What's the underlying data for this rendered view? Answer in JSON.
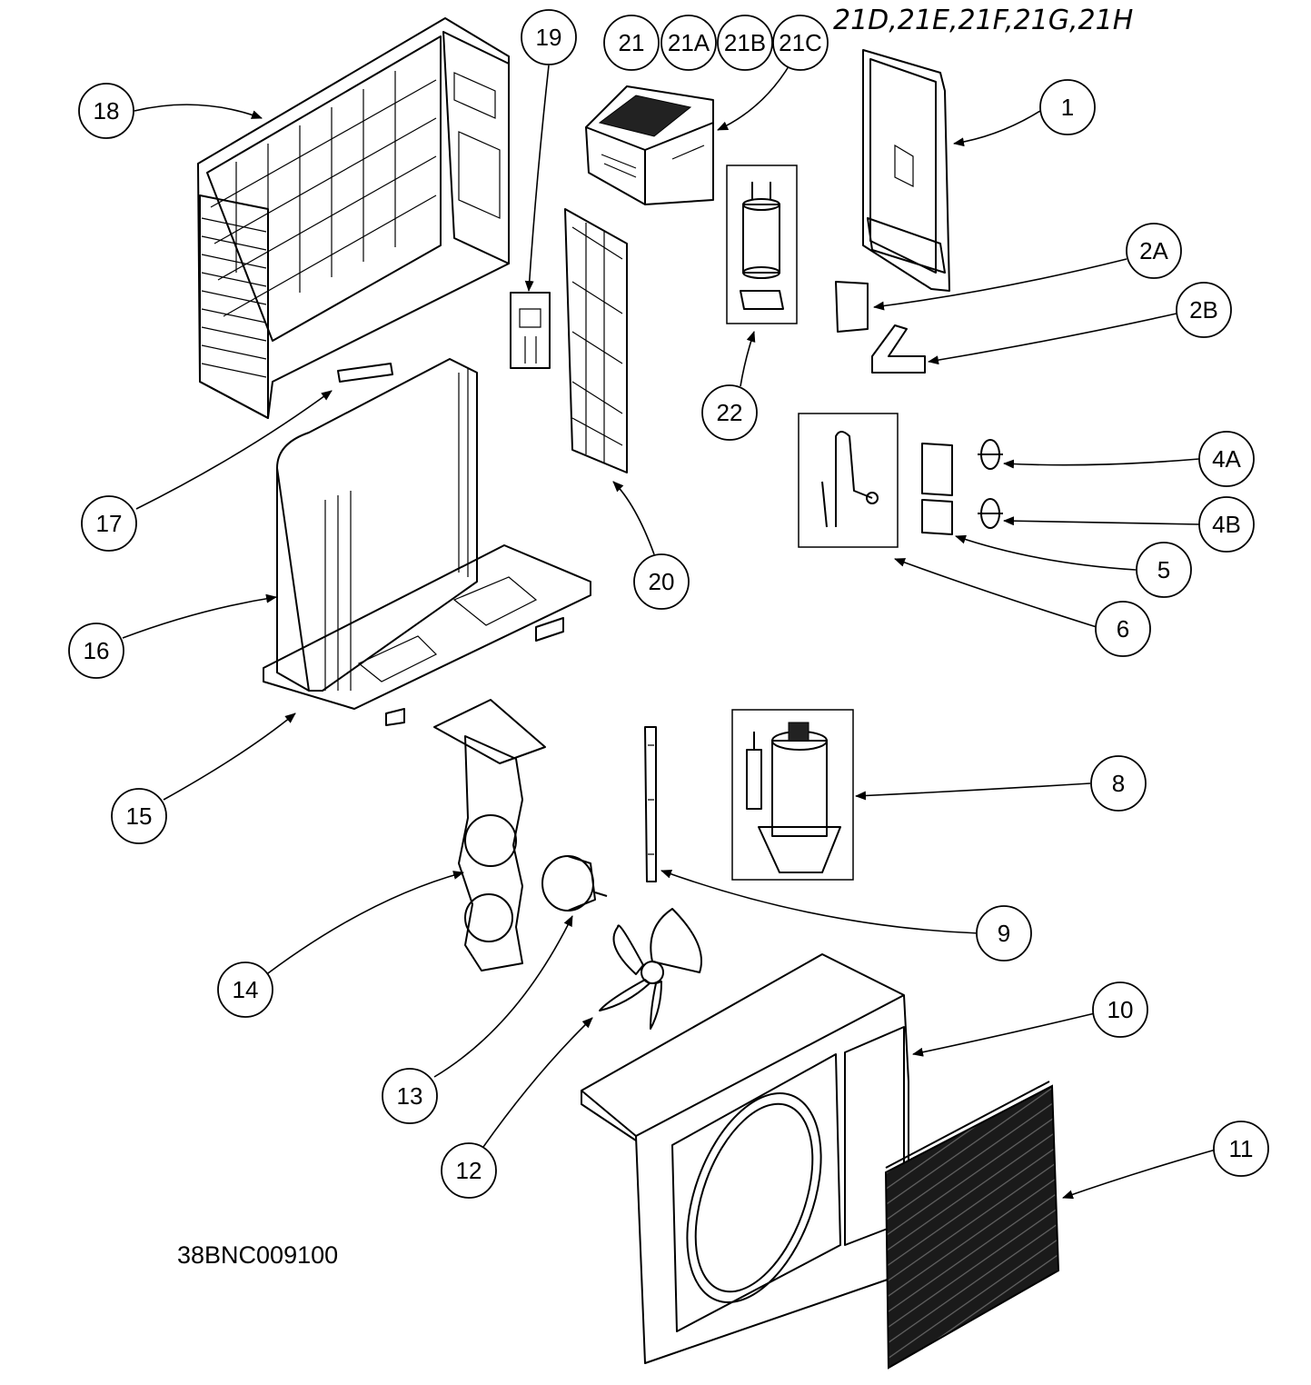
{
  "model_number": "38BNC009100",
  "handwritten_note": "21D,21E,21F,21G,21H",
  "callouts": {
    "c1": "1",
    "c2A": "2A",
    "c2B": "2B",
    "c4A": "4A",
    "c4B": "4B",
    "c5": "5",
    "c6": "6",
    "c8": "8",
    "c9": "9",
    "c10": "10",
    "c11": "11",
    "c12": "12",
    "c13": "13",
    "c14": "14",
    "c15": "15",
    "c16": "16",
    "c17": "17",
    "c18": "18",
    "c19": "19",
    "c20": "20",
    "c21": "21",
    "c21A": "21A",
    "c21B": "21B",
    "c21C": "21C",
    "c22": "22"
  }
}
